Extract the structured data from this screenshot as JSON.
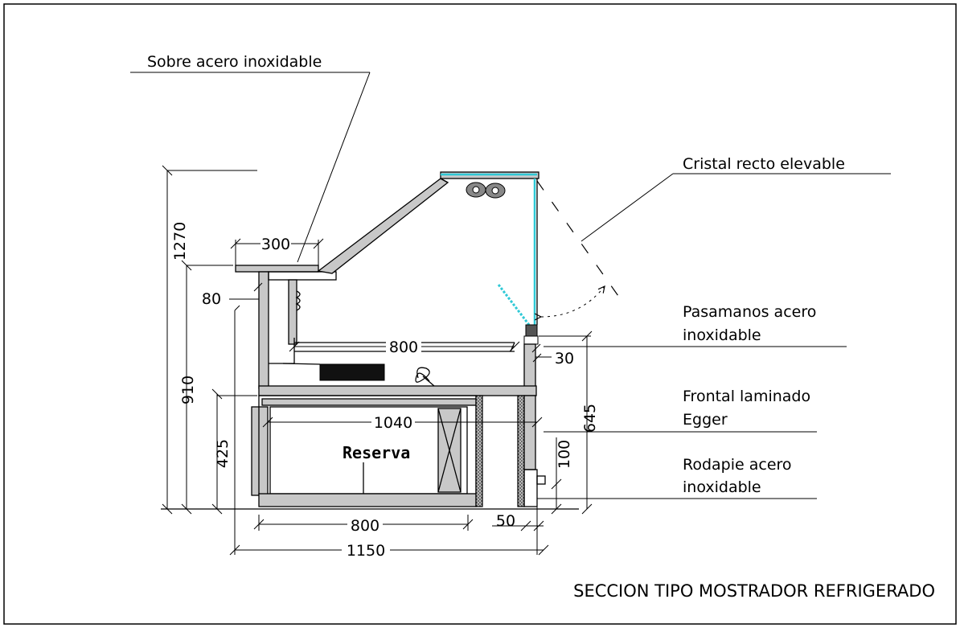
{
  "title": "SECCION TIPO MOSTRADOR REFRIGERADO",
  "labels": {
    "sobre": "Sobre acero inoxidable",
    "cristal": "Cristal recto elevable",
    "pasamanos_1": "Pasamanos acero",
    "pasamanos_2": "inoxidable",
    "frontal_1": "Frontal laminado",
    "frontal_2": "Egger",
    "rodapie_1": "Rodapie acero",
    "rodapie_2": "inoxidable",
    "reserva": "Reserva"
  },
  "dimensions": {
    "d1270": "1270",
    "d910": "910",
    "d425": "425",
    "d300": "300",
    "d80": "80",
    "d800_top": "800",
    "d30": "30",
    "d1040": "1040",
    "d645": "645",
    "d100": "100",
    "d50": "50",
    "d800_bottom": "800",
    "d1150": "1150"
  },
  "colors": {
    "glass": "#2fc9d6",
    "panel": "#c8c8c8",
    "frame": "#000000"
  }
}
